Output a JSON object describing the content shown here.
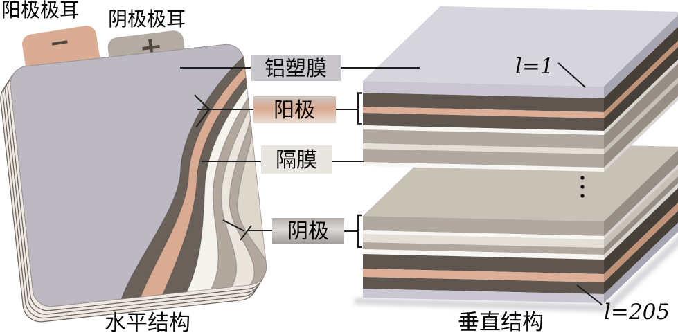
{
  "labels": {
    "anode_tab": "阳极极耳",
    "cathode_tab": "阴极极耳",
    "minus": "−",
    "plus": "+",
    "aluminum_plastic_film": "铝塑膜",
    "anode": "阳极",
    "separator": "隔膜",
    "cathode": "阴极",
    "layer_index_first": "l=1",
    "layer_index_last": "l=205",
    "caption_horizontal": "水平结构",
    "caption_vertical": "垂直结构",
    "ellipsis_symbol": "⋮"
  },
  "colors": {
    "background": "#ffffff",
    "line": "#1c1c1c",
    "text": "#0a0a0a",
    "pouch_film": "#bcb9c3",
    "pouch_dark": "#6a625a",
    "pouch_pink": "#d9ab93",
    "pouch_white": "#f6f3ee",
    "pouch_taupe": "#b2a89e",
    "pouch_cream": "#eae5dd",
    "pouch_base": "#ded7cc",
    "pouch_outline": "#8a827c",
    "sheet_fill": "#eeeae3",
    "sheet_edge": "#6e665e",
    "tab_anode": "#d9ac93",
    "tab_cathode": "#b4aba2",
    "tab_symbol": "#4e463f",
    "film": "#cac7d2",
    "film_side": "#a9a6b4",
    "dark": "#5f574f",
    "dark_side": "#474039",
    "pink": "#ddaf98",
    "pink_side": "#c09379",
    "white": "#f8f6f2",
    "white_side": "#d9d5d0",
    "taupe": "#b1a89f",
    "taupe_side": "#968d84",
    "cream": "#e4dfd7",
    "cream_side": "#c7c1b8",
    "top_face_light": "#d6d4dc",
    "top_face_tan": "#c8c1b6",
    "box_film": "#c9c7cc",
    "box_separator": "#e9e6e1",
    "anode_box_top": "#cdc5bf",
    "anode_box_mid": "#d9a88e",
    "anode_box_bottom": "#eadfd5",
    "cathode_box_top": "#b6b1ad",
    "cathode_box_mid": "#dcd8d5",
    "cathode_box_bottom": "#a19c98",
    "shadow": "#a5a0a8"
  },
  "stacks": {
    "top": {
      "top_color": "top_face_light",
      "layers": [
        {
          "c": "film",
          "h": 17
        },
        {
          "c": "dark",
          "h": 20
        },
        {
          "c": "pink",
          "h": 9
        },
        {
          "c": "dark",
          "h": 18
        },
        {
          "c": "white",
          "h": 6
        },
        {
          "c": "taupe",
          "h": 20
        },
        {
          "c": "cream",
          "h": 8
        },
        {
          "c": "taupe",
          "h": 19
        },
        {
          "c": "white",
          "h": 6
        }
      ]
    },
    "bottom": {
      "top_color": "top_face_tan",
      "layers": [
        {
          "c": "taupe",
          "h": 21
        },
        {
          "c": "white",
          "h": 5
        },
        {
          "c": "cream",
          "h": 12
        },
        {
          "c": "taupe",
          "h": 10
        },
        {
          "c": "white",
          "h": 7
        },
        {
          "c": "dark",
          "h": 21
        },
        {
          "c": "pink",
          "h": 12
        },
        {
          "c": "dark",
          "h": 17
        },
        {
          "c": "film",
          "h": 13
        }
      ]
    }
  }
}
